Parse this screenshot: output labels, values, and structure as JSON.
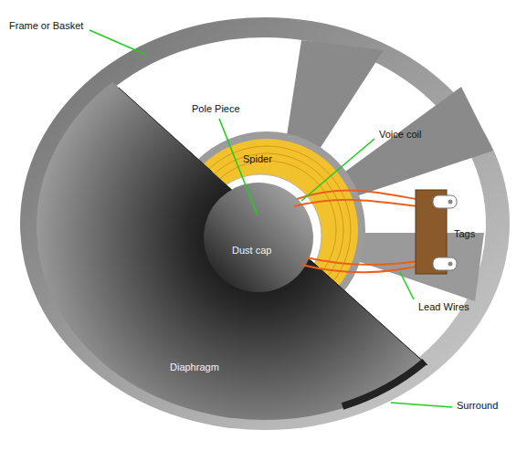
{
  "diagram": {
    "labels": [
      "Frame or Basket",
      "Pole Piece",
      "Voice coil",
      "Spider",
      "Tags",
      "Dust cap",
      "Lead Wires",
      "Diaphragm",
      "Surround"
    ]
  }
}
